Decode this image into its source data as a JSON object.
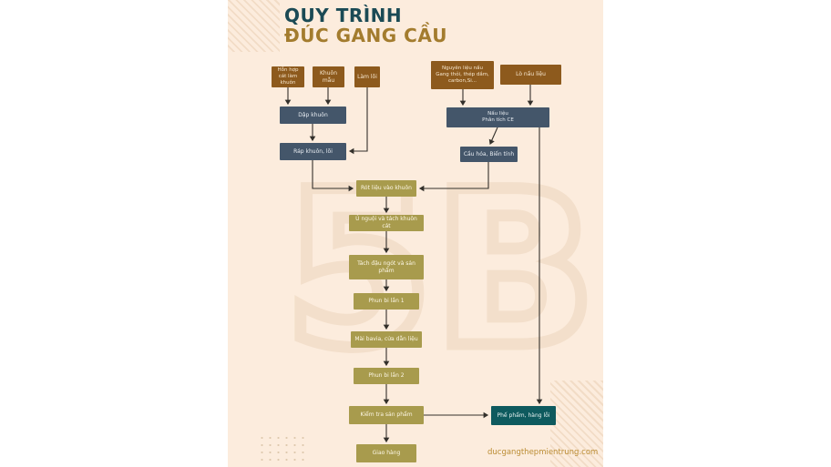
{
  "title": {
    "line1": "QUY TRÌNH",
    "line2": "ĐÚC GANG CẦU"
  },
  "watermark": "5B",
  "footer": {
    "website": "ducgangthepmientrung.com"
  },
  "colors": {
    "page_background": "#ffffff",
    "panel_background": "#fcecdd",
    "title_teal": "#1b4a55",
    "title_gold": "#a37c2e",
    "box_brown": "#8d5a1d",
    "box_slate": "#44566a",
    "box_olive": "#a89b4d",
    "box_teal": "#0e5a5e",
    "connector": "#33302b",
    "footer_gold": "#bb8c33"
  },
  "nodes": {
    "mix_sand": {
      "label": "Hỗn hợp cát làm khuôn"
    },
    "pattern_mold": {
      "label": "Khuôn mẫu"
    },
    "make_core": {
      "label": "Làm lõi"
    },
    "raw_material": {
      "lines": [
        "Nguyên liệu nấu",
        "Gang thỏi, thép dầm,",
        "carbon,Si..."
      ]
    },
    "furnace": {
      "label": "Lò nấu liệu"
    },
    "press_mold": {
      "label": "Dập khuôn"
    },
    "assemble_mold": {
      "label": "Ráp khuôn, lõi"
    },
    "melt_analyze": {
      "lines": [
        "Nấu liệu",
        "Phân tích CE"
      ]
    },
    "spheroidize": {
      "label": "Cầu hóa, Biến tính"
    },
    "pour": {
      "label": "Rót liệu vào khuôn"
    },
    "cool_separate": {
      "label": "Ủ nguội và tách khuôn cát"
    },
    "remove_riser": {
      "label": "Tách đậu ngót và sản phẩm"
    },
    "shot_blast_1": {
      "label": "Phun bi lần 1"
    },
    "grind_cut": {
      "label": "Mài bavia, cửa dẫn liệu"
    },
    "shot_blast_2": {
      "label": "Phun bi lần 2"
    },
    "inspect": {
      "label": "Kiểm tra sản phẩm"
    },
    "deliver": {
      "label": "Giao hàng"
    },
    "reject": {
      "label": "Phế phẩm, hàng lỗi"
    }
  }
}
